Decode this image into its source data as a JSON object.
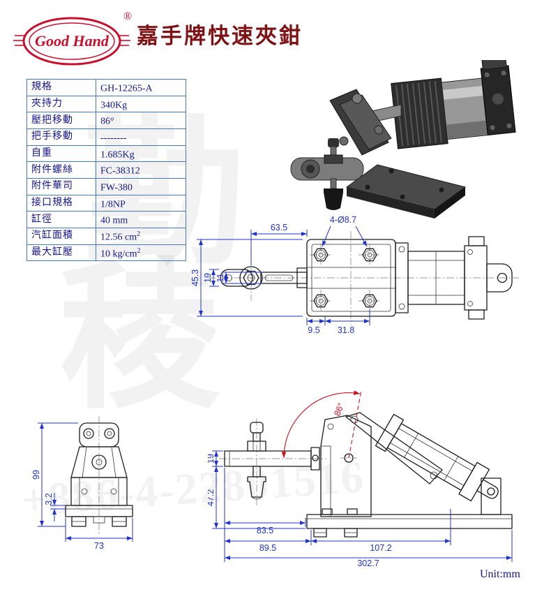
{
  "brand": {
    "logo_text": "Good Hand",
    "registered_mark": "®"
  },
  "header": {
    "title": "嘉手牌快速夾鉗"
  },
  "colors": {
    "brand_red": "#c8102e",
    "title_red": "#7e1214",
    "table_blue": "#14148c",
    "dimension_blue": "#2233cc",
    "angle_red": "#cc1122"
  },
  "spec_table": {
    "rows": [
      {
        "label": "規格",
        "value": "GH-12265-A"
      },
      {
        "label": "夾持力",
        "value": "340Kg"
      },
      {
        "label": "壓把移動",
        "value": "86°"
      },
      {
        "label": "把手移動",
        "value": "--------"
      },
      {
        "label": "自重",
        "value": "1.685Kg"
      },
      {
        "label": "附件螺絲",
        "value": "FC-38312"
      },
      {
        "label": "附件華司",
        "value": "FW-380"
      },
      {
        "label": "接口規格",
        "value": "1/8NP"
      },
      {
        "label": "缸徑",
        "value": "40 mm"
      },
      {
        "label": "汽缸面積",
        "value": "12.56 cm",
        "sup": "2"
      },
      {
        "label": "最大缸壓",
        "value": "10 kg/cm",
        "sup": "2"
      }
    ]
  },
  "drawings": {
    "top_view": {
      "dim_width": "63.5",
      "holes": "4-Ø8.7",
      "dim_height": "45.3",
      "dim_19": "19",
      "dim_11": "11",
      "dim_9_5": "9.5",
      "dim_31_8": "31.8"
    },
    "front_view": {
      "dim_99": "99",
      "dim_3_2": "3.2",
      "dim_73": "73"
    },
    "side_view": {
      "angle": "86°",
      "dim_19": "19",
      "dim_47_2": "47.2",
      "dim_83_5": "83.5",
      "dim_89_5": "89.5",
      "dim_107_2": "107.2",
      "dim_302_7": "302.7"
    }
  },
  "footer": {
    "unit_label": "Unit:mm"
  },
  "watermark": {
    "char_1": "勤",
    "char_2": "稜",
    "phone": "+886-4-22801516"
  }
}
